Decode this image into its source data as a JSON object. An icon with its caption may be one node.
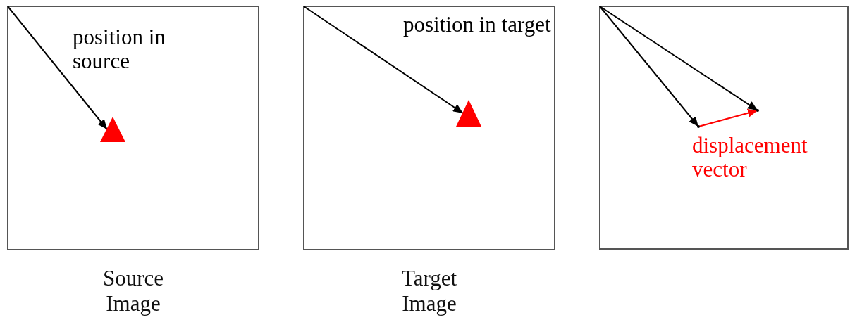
{
  "diagram": {
    "nodes": [
      {
        "text": [
          "Source Image"
        ]
      },
      {
        "text": [
          "Target Image"
        ]
      },
      {
        "text": [],
        "shape": "box"
      },
      {
        "text": [],
        "shape": "triangle",
        "in": 0
      },
      {
        "text": [],
        "shape": "triangle",
        "in": 1
      },
      {
        "text": [],
        "shape": "point",
        "in": 2
      },
      {
        "text": [],
        "shape": "point",
        "in": 2
      }
    ],
    "edges": [
      {
        "from": 0,
        "to": 3,
        "arrow": "to",
        "label": "position in source"
      },
      {
        "from": 1,
        "to": 4,
        "arrow": "to",
        "label": "position in target"
      },
      {
        "from": 2,
        "to": 5,
        "arrow": "to"
      },
      {
        "from": 2,
        "to": 6,
        "arrow": "to"
      },
      {
        "from": 5,
        "to": 6,
        "arrow": "to",
        "label": "displacement vector",
        "color": "#ff0000"
      }
    ]
  }
}
